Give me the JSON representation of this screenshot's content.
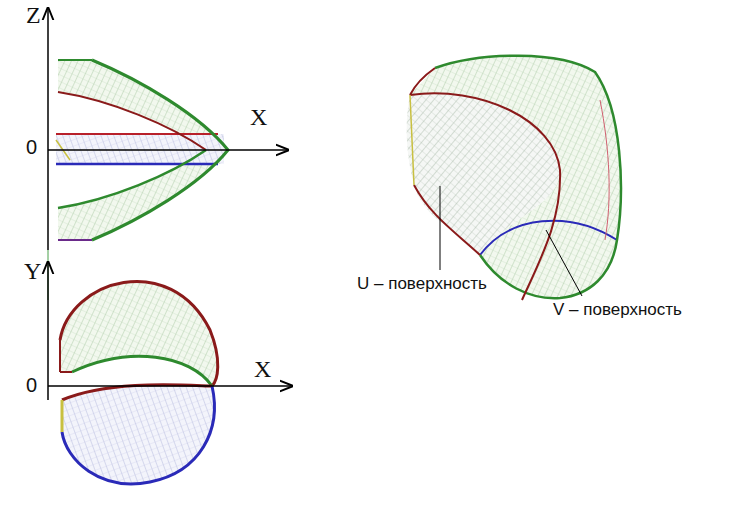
{
  "diagram": {
    "labels": [
      "Z",
      "X",
      "0",
      "Y",
      "X",
      "0",
      "U – поверхность",
      "V – поверхность"
    ]
  }
}
